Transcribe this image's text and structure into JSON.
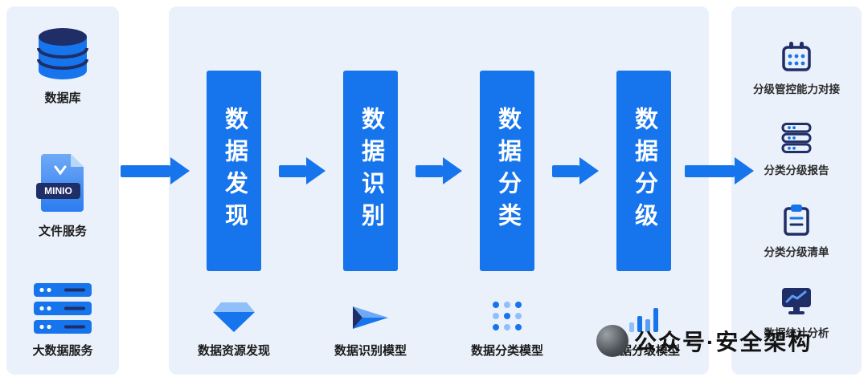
{
  "colors": {
    "primary_blue": "#1674EC",
    "light_blue": "#8FC0FA",
    "dark_navy": "#1F2E66",
    "panel_background": "#EAF1FA"
  },
  "sources": {
    "items": [
      {
        "icon": "database-icon",
        "label": "数据库"
      },
      {
        "icon": "file-service-icon",
        "label": "文件服务",
        "badge": "MINIO"
      },
      {
        "icon": "big-data-server-icon",
        "label": "大数据服务"
      }
    ]
  },
  "process": {
    "steps": [
      {
        "title": "数据发现",
        "icon": "diamond-icon",
        "model_label": "数据资源发现"
      },
      {
        "title": "数据识别",
        "icon": "paper-plane-icon",
        "model_label": "数据识别模型"
      },
      {
        "title": "数据分类",
        "icon": "dot-grid-icon",
        "model_label": "数据分类模型"
      },
      {
        "title": "数据分级",
        "icon": "bar-chart-icon",
        "model_label": "数据分级模型"
      }
    ]
  },
  "outputs": {
    "items": [
      {
        "icon": "capability-board-icon",
        "label": "分级管控能力对接"
      },
      {
        "icon": "report-stack-icon",
        "label": "分类分级报告"
      },
      {
        "icon": "checklist-clipboard-icon",
        "label": "分类分级清单"
      },
      {
        "icon": "monitor-analytics-icon",
        "label": "数据统计分析"
      }
    ]
  },
  "watermark": {
    "text": "公众号·安全架构"
  }
}
